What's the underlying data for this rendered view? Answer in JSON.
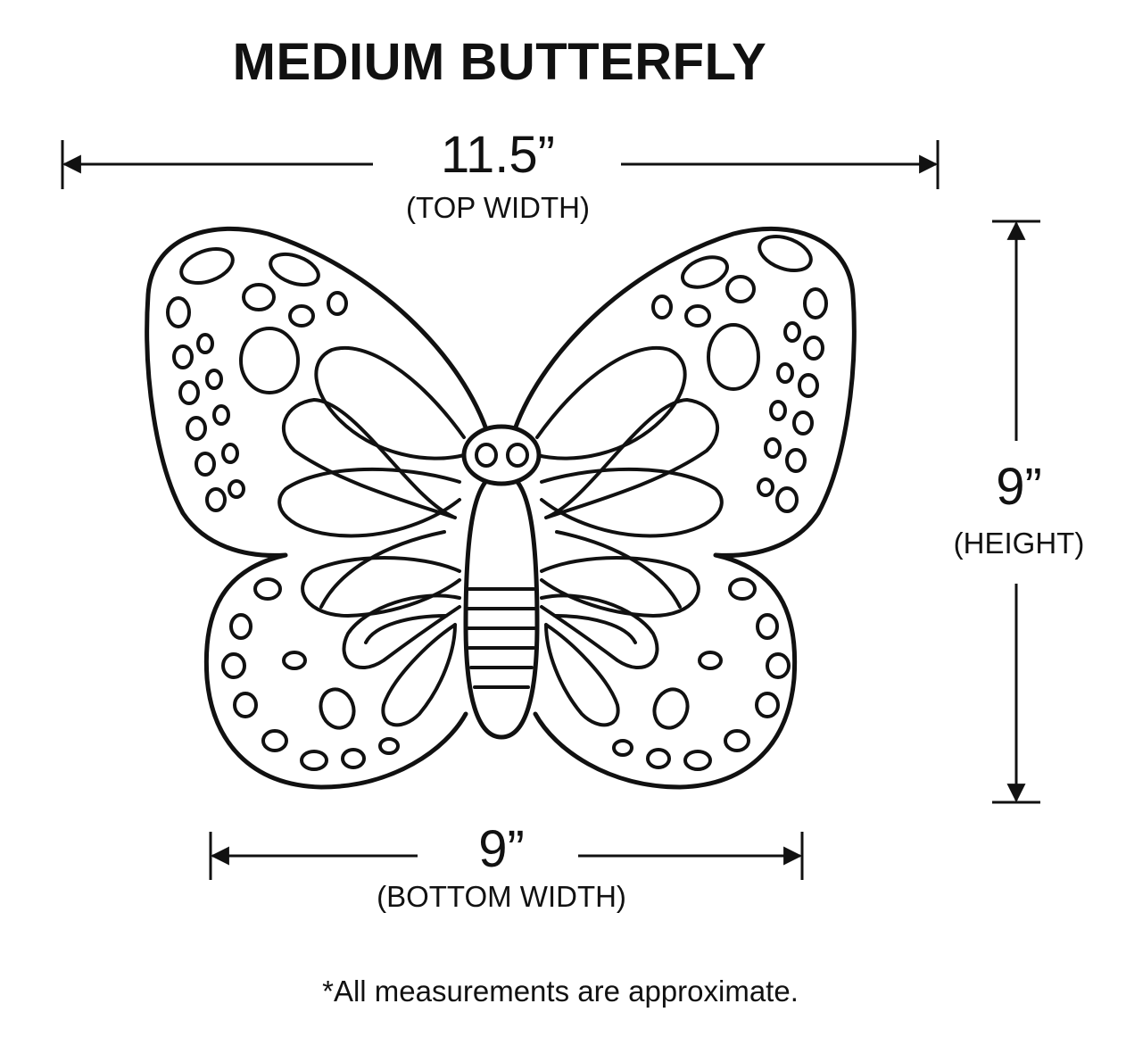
{
  "title": "MEDIUM BUTTERFLY",
  "dimensions": {
    "top_width": {
      "value": "11.5”",
      "label": "(TOP WIDTH)"
    },
    "height": {
      "value": "9”",
      "label": "(HEIGHT)"
    },
    "bottom_width": {
      "value": "9”",
      "label": "(BOTTOM WIDTH)"
    }
  },
  "note": "*All measurements are approximate.",
  "colors": {
    "line": "#111111",
    "background": "#ffffff"
  },
  "illustration": "butterfly-outline"
}
